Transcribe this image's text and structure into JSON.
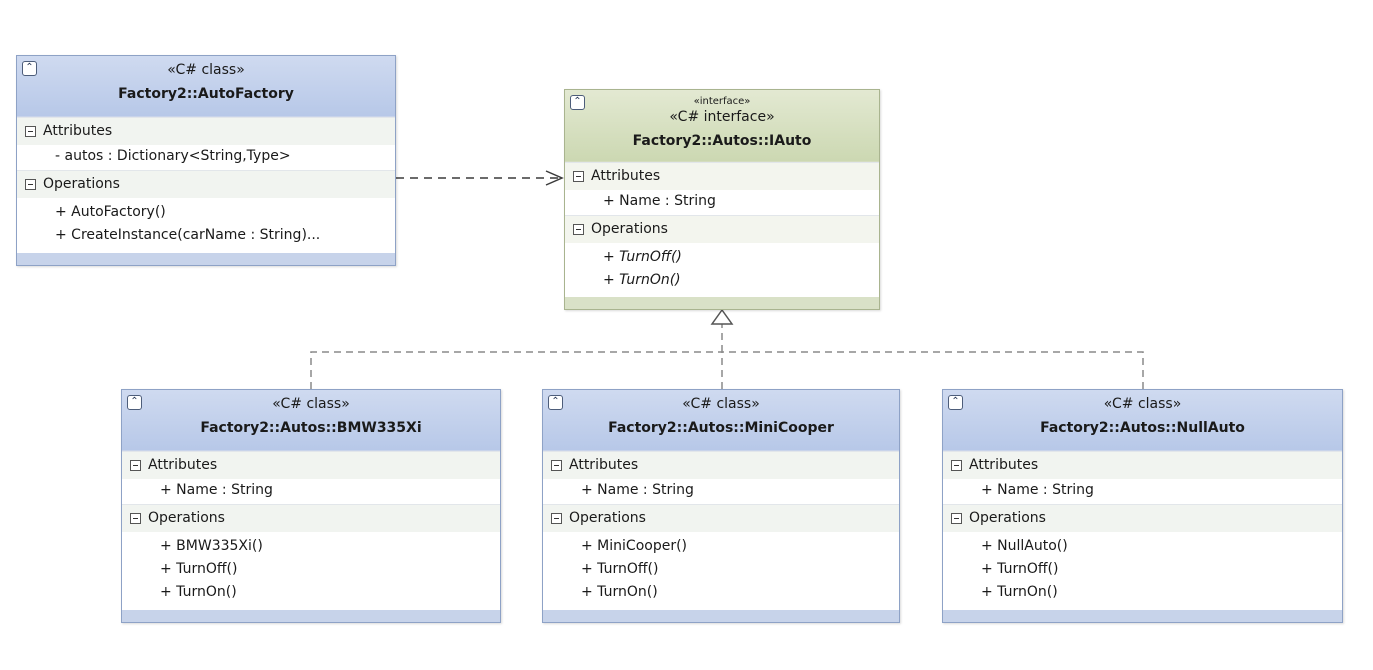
{
  "boxes": {
    "autofactory": {
      "stereotype": "«C# class»",
      "name": "Factory2::AutoFactory",
      "attributes_label": "Attributes",
      "attributes": [
        "- autos : Dictionary<String,Type>"
      ],
      "operations_label": "Operations",
      "operations": [
        "+ AutoFactory()",
        "+ CreateInstance(carName : String)..."
      ]
    },
    "iauto": {
      "stereotype_small": "«interface»",
      "stereotype": "«C# interface»",
      "name": "Factory2::Autos::IAuto",
      "attributes_label": "Attributes",
      "attributes": [
        "+ Name : String"
      ],
      "operations_label": "Operations",
      "operations": [
        "+ TurnOff()",
        "+ TurnOn()"
      ]
    },
    "bmw": {
      "stereotype": "«C# class»",
      "name": "Factory2::Autos::BMW335Xi",
      "attributes_label": "Attributes",
      "attributes": [
        "+ Name : String"
      ],
      "operations_label": "Operations",
      "operations": [
        "+ BMW335Xi()",
        "+ TurnOff()",
        "+ TurnOn()"
      ]
    },
    "mini": {
      "stereotype": "«C# class»",
      "name": "Factory2::Autos::MiniCooper",
      "attributes_label": "Attributes",
      "attributes": [
        "+ Name : String"
      ],
      "operations_label": "Operations",
      "operations": [
        "+ MiniCooper()",
        "+ TurnOff()",
        "+ TurnOn()"
      ]
    },
    "nullauto": {
      "stereotype": "«C# class»",
      "name": "Factory2::Autos::NullAuto",
      "attributes_label": "Attributes",
      "attributes": [
        "+ Name : String"
      ],
      "operations_label": "Operations",
      "operations": [
        "+ NullAuto()",
        "+ TurnOff()",
        "+ TurnOn()"
      ]
    }
  },
  "icons": {
    "collapse": "double-chevron-up-icon",
    "section_toggle": "minus-box-icon"
  },
  "colors": {
    "class_header": "#b7c8e8",
    "interface_header": "#ccd8b2",
    "connector": "#444444"
  }
}
